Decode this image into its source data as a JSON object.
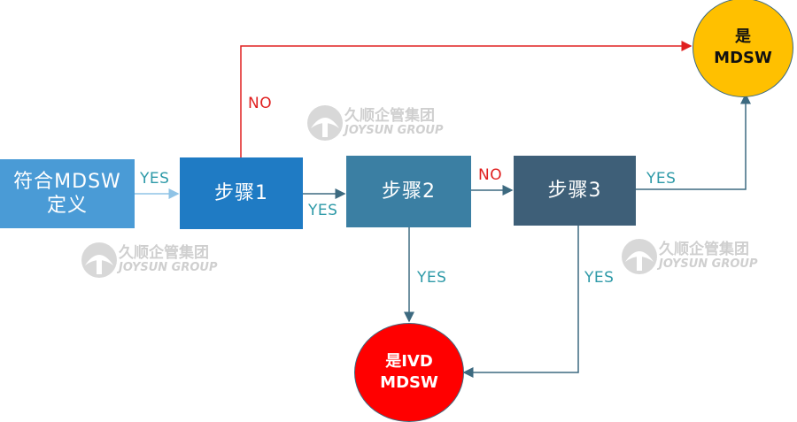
{
  "nodes": {
    "definition": {
      "line1": "符合MDSW",
      "line2": "定义",
      "color": "#4a9bd6"
    },
    "step1": {
      "label": "步骤1",
      "color": "#1f7bc4"
    },
    "step2": {
      "label": "步骤2",
      "color": "#3b7fa3"
    },
    "step3": {
      "label": "步骤3",
      "color": "#3e5f78"
    },
    "is_mdsw": {
      "line1": "是",
      "line2": "MDSW",
      "color": "#ffc000"
    },
    "is_ivd_mdsw": {
      "line1": "是IVD",
      "line2": "MDSW",
      "color": "#ff0000"
    }
  },
  "edges": {
    "def_to_step1": "YES",
    "step1_to_step2": "YES",
    "step1_no": "NO",
    "step2_to_step3": "NO",
    "step2_down": "YES",
    "step3_up": "YES",
    "step3_down": "YES"
  },
  "colors": {
    "yes": "#2e9aa8",
    "no": "#e02020",
    "line": "#3d6a80"
  },
  "watermark": {
    "cn": "久顺企管集团",
    "en": "JOYSUN GROUP"
  }
}
